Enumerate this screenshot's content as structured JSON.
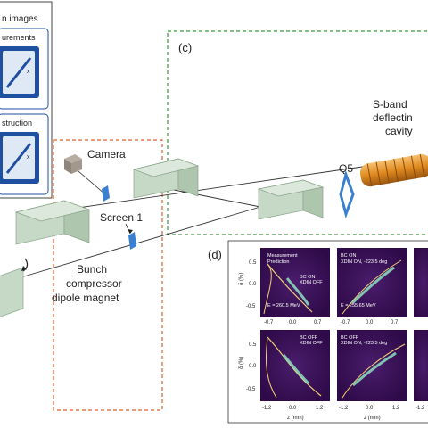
{
  "inset_box": {
    "title": "n images",
    "panel1_label": "urements",
    "panel2_label": "struction",
    "axis_glyph": "x"
  },
  "panels": {
    "c_label": "(c)",
    "d_label": "(d)"
  },
  "components": {
    "camera": "Camera",
    "screen": "Screen 1",
    "q5": "Q5",
    "cavity_line1": "S-band",
    "cavity_line2": "deflectin",
    "cavity_line3": "cavity",
    "bc_line1": "Bunch",
    "bc_line2": "compressor",
    "bc_line3": "dipole magnet"
  },
  "plots": {
    "legend_measurement": "Measurement",
    "legend_prediction": "Prediction",
    "ylabel": "δ (%)",
    "xlabel": "z (mm)",
    "cells": [
      {
        "status1": "BC ON",
        "status2": "XDIN OFF",
        "energy": "E = 260.5 MeV"
      },
      {
        "status1": "BC ON",
        "status2": "XDIN ON, -223.5 deg",
        "energy": "E = 255.65 MeV"
      },
      {
        "status1": "",
        "status2": "",
        "energy": ""
      },
      {
        "status1": "BC OFF",
        "status2": "XDIN OFF",
        "energy": ""
      },
      {
        "status1": "BC OFF",
        "status2": "XDIN ON, -223.5 deg",
        "energy": ""
      },
      {
        "status1": "",
        "status2": "",
        "energy": ""
      }
    ],
    "yticks_top": [
      "0.5",
      "0.0",
      "-0.5"
    ],
    "yticks_bottom": [
      "0.5",
      "0.0",
      "-0.5"
    ],
    "xticks_top_1": [
      "-0.7",
      "0.0",
      "0.7"
    ],
    "xticks_top_2": [
      "-0.7",
      "0.0",
      "0.7"
    ],
    "xticks_bottom_1": [
      "-1.2",
      "0.0",
      "1.2"
    ],
    "xticks_bottom_2": [
      "-1.2",
      "0.0",
      "1.2"
    ],
    "xticks_bottom_3": [
      "-1.2"
    ]
  },
  "colors": {
    "plot_bg": "#3c0f5a",
    "inset_panel": "#1e4fa0",
    "magnet": "#c6d9c6",
    "cavity": "#e08a1e",
    "q5": "#3a7fd0",
    "orange_dash": "#e0622a",
    "green_dash": "#3a9a3a"
  }
}
